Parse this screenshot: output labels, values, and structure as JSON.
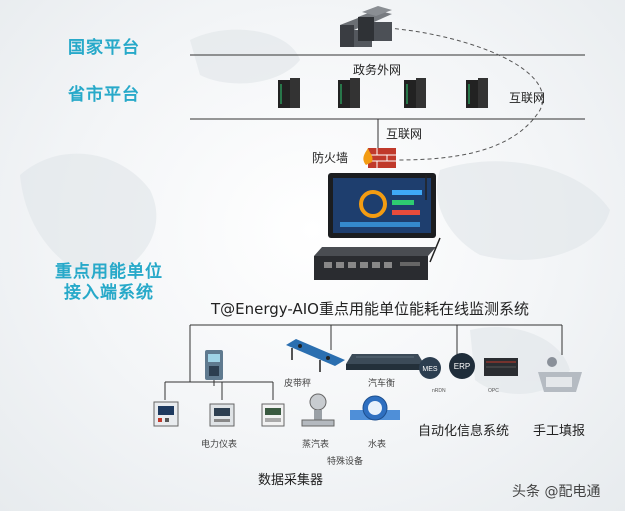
{
  "tiers": {
    "national": "国家平台",
    "provincial": "省市平台",
    "unit_line1": "重点用能单位",
    "unit_line2": "接入端系统"
  },
  "network": {
    "gov_extranet": "政务外网",
    "internet_right": "互联网",
    "internet_middle": "互联网",
    "firewall": "防火墙"
  },
  "system_title": "T@Energy-AIO重点用能单位能耗在线监测系统",
  "devices": {
    "belt_scale": "皮带秤",
    "truck_scale": "汽车衡",
    "power_meter": "电力仪表",
    "steam_meter": "蒸汽表",
    "water_meter": "水表",
    "special_equipment": "特殊设备",
    "data_collector": "数据采集器",
    "automation_system": "自动化信息系统",
    "manual_entry": "手工填报"
  },
  "logos": {
    "mes": "MES",
    "erp": "ERP",
    "opc": "OPC",
    "nrdn": "nRDN"
  },
  "watermark": "头条 @配电通",
  "colors": {
    "accent": "#27a9c9",
    "line": "#333333",
    "firewall": "#c0392b"
  }
}
